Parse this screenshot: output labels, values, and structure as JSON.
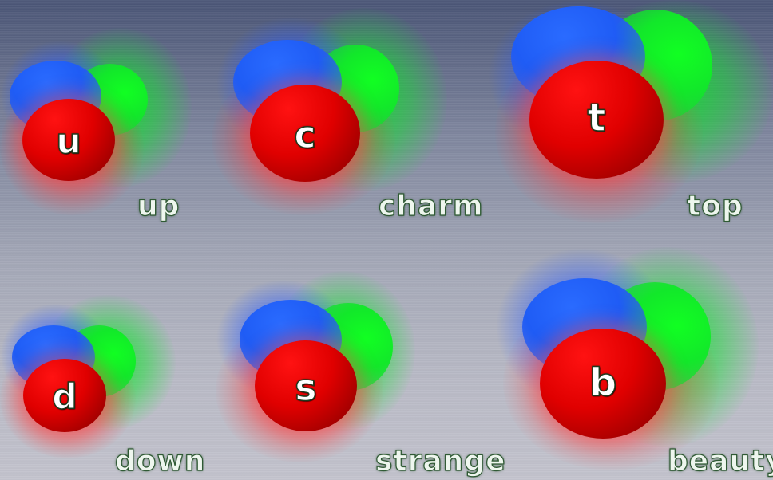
{
  "quarks": [
    {
      "id": "up",
      "symbol": "u",
      "name": "up"
    },
    {
      "id": "charm",
      "symbol": "c",
      "name": "charm"
    },
    {
      "id": "top",
      "symbol": "t",
      "name": "top"
    },
    {
      "id": "down",
      "symbol": "d",
      "name": "down"
    },
    {
      "id": "strange",
      "symbol": "s",
      "name": "strange"
    },
    {
      "id": "beauty",
      "symbol": "b",
      "name": "beauty"
    }
  ],
  "colors": {
    "red": "#e00000",
    "green": "#12e82a",
    "blue": "#1f5cf5"
  }
}
